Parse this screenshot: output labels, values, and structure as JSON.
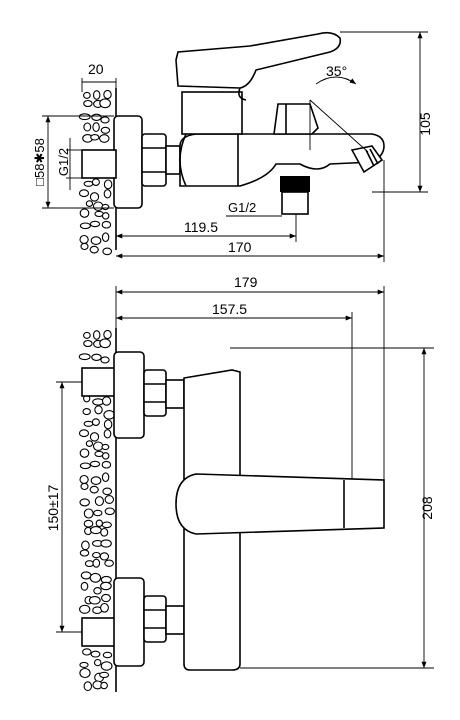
{
  "top_view": {
    "dim_wall_thickness": "20",
    "dim_flange": "□58✱58",
    "dim_inlet_thread": "G1/2",
    "dim_outlet_thread": "G1/2",
    "dim_angle": "35°",
    "dim_height": "105",
    "dim_outlet_offset": "119.5",
    "dim_total_depth": "170"
  },
  "front_view": {
    "dim_total_projection": "179",
    "dim_spout_reach": "157.5",
    "dim_inlet_centers": "150±17",
    "dim_total_width": "208"
  }
}
